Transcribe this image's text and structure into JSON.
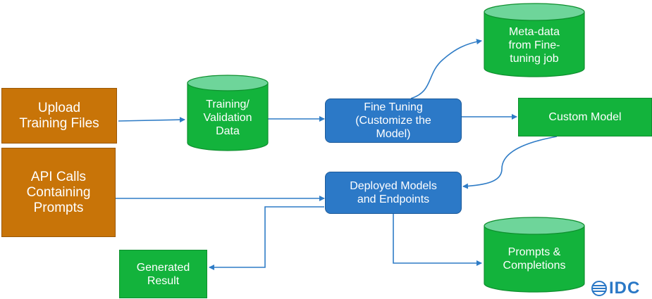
{
  "nodes": {
    "upload": "Upload\nTraining Files",
    "api_calls": "API Calls\nContaining\nPrompts",
    "training_data": "Training/\nValidation\nData",
    "fine_tuning": "Fine Tuning\n(Customize the\nModel)",
    "metadata": "Meta-data\nfrom Fine-\ntuning job",
    "custom_model": "Custom Model",
    "deployed": "Deployed Models\nand Endpoints",
    "prompts_completions": "Prompts &\nCompletions",
    "generated_result": "Generated\nResult"
  },
  "logo": {
    "text": "IDC"
  },
  "colors": {
    "process_orange": "#c87408",
    "process_blue": "#2c79c7",
    "store_green": "#13b33c",
    "cylinder_top": "#6ed59a",
    "connector": "#2f7cc6"
  }
}
